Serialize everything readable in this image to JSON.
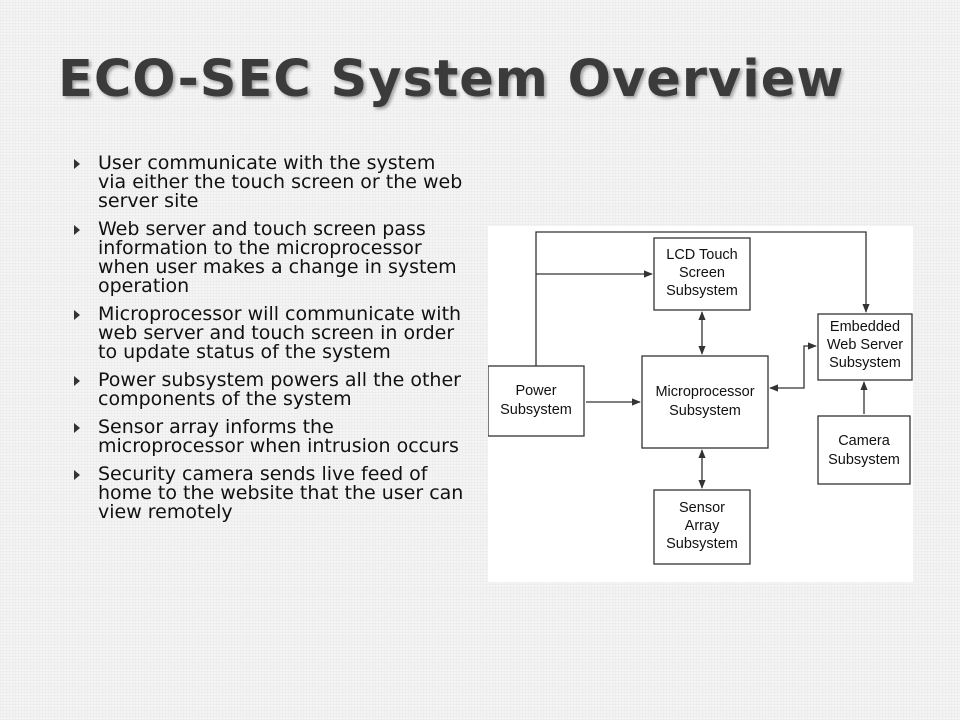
{
  "slide": {
    "title": "ECO-SEC System Overview",
    "bullets": [
      "User communicate with the system via either the touch screen or the web server site",
      "Web server and touch screen pass information to the microprocessor when user makes a change in system operation",
      "Microprocessor will communicate with web server and touch screen in order to update status of the system",
      "Power subsystem powers all the other components of the system",
      "Sensor array informs the microprocessor when intrusion occurs",
      "Security camera sends live feed of home to the website that the user can view remotely"
    ]
  },
  "diagram": {
    "nodes": {
      "lcd": [
        "LCD Touch",
        "Screen",
        "Subsystem"
      ],
      "embedded": [
        "Embedded",
        "Web Server",
        "Subsystem"
      ],
      "power": [
        "Power",
        "Subsystem"
      ],
      "micro": [
        "Microprocessor",
        "Subsystem"
      ],
      "camera": [
        "Camera",
        "Subsystem"
      ],
      "sensor": [
        "Sensor",
        "Array",
        "Subsystem"
      ]
    },
    "edges": [
      {
        "from": "power",
        "to": "lcd",
        "direction": "one-way"
      },
      {
        "from": "power",
        "to": "embedded",
        "direction": "one-way"
      },
      {
        "from": "power",
        "to": "micro",
        "direction": "one-way"
      },
      {
        "from": "lcd",
        "to": "micro",
        "direction": "two-way"
      },
      {
        "from": "embedded",
        "to": "micro",
        "direction": "two-way"
      },
      {
        "from": "micro",
        "to": "sensor",
        "direction": "two-way"
      },
      {
        "from": "camera",
        "to": "embedded",
        "direction": "one-way"
      }
    ]
  }
}
